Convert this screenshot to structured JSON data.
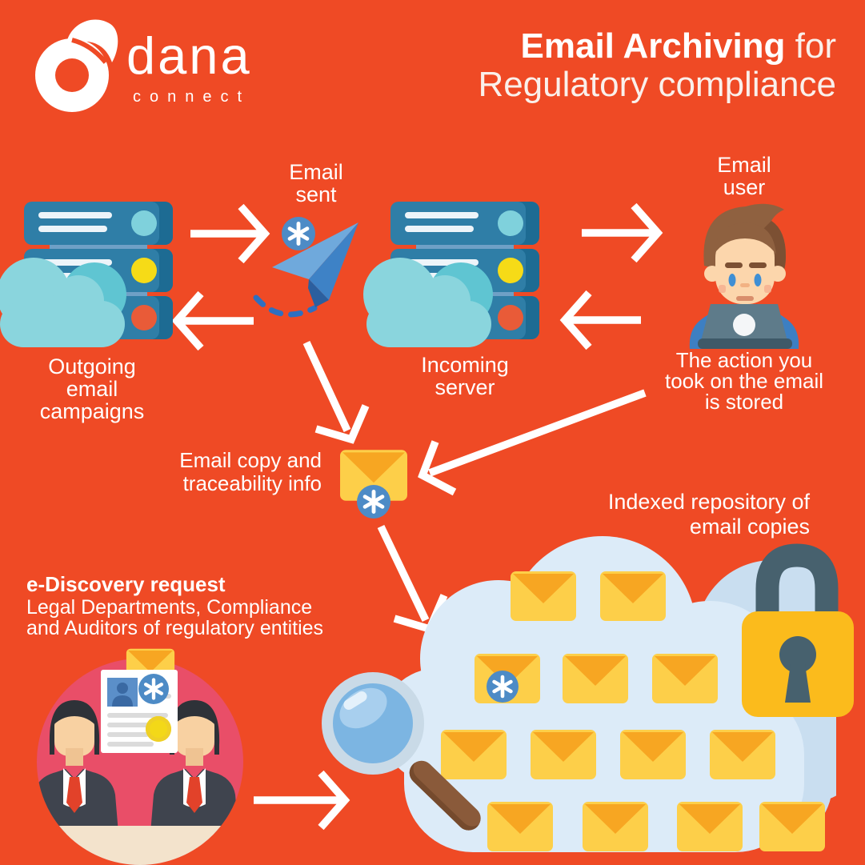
{
  "colors": {
    "background": "#EF4A25",
    "badge_blue": "#4D8BC6",
    "envelope_yellow": "#FDCF49",
    "envelope_flap": "#F7A622",
    "cloud_light": "#DCEBF8",
    "cloud_shadow": "#C9DEF0",
    "lock_yellow": "#FBBB1C",
    "lock_metal": "#47616E",
    "server_blue": "#2F7EA7",
    "people_circle_pink": "#E94E68"
  },
  "logo": {
    "brand": "dana",
    "subtitle": "connect"
  },
  "title": {
    "line1_bold": "Email Archiving",
    "line1_light": " for",
    "line2": "Regulatory compliance"
  },
  "labels": {
    "email_sent": "Email\nsent",
    "outgoing": "Outgoing\nemail\ncampaigns",
    "incoming": "Incoming\nserver",
    "email_user": "Email\nuser",
    "action_stored": "The action you\ntook on the email\nis stored",
    "email_copy": "Email copy and\ntraceability info",
    "repository": "Indexed repository of\nemail copies"
  },
  "ediscovery": {
    "heading": "e-Discovery request",
    "body": "Legal Departments, Compliance\nand Auditors of regulatory entities"
  }
}
